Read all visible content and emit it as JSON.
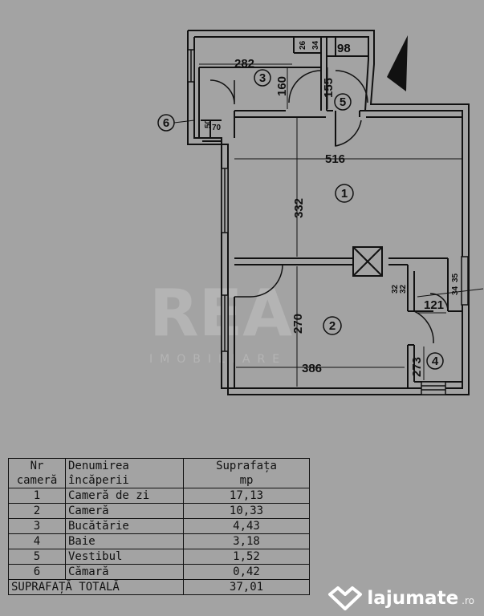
{
  "floorplan": {
    "dimensions": {
      "kitchen_width": "282",
      "kitchen_depth": "160",
      "counter_a": "26",
      "counter_b": "34",
      "counter_c": "98",
      "hall_width": "155",
      "pantry_a": "50",
      "pantry_b": "70",
      "living_width": "516",
      "living_depth": "332",
      "bedroom_depth": "270",
      "bedroom_width": "386",
      "bath_a": "32",
      "bath_b": "32",
      "bath_c": "35",
      "bath_d": "34",
      "bath_width": "121",
      "bath_depth": "273"
    },
    "rooms": [
      {
        "id": "1",
        "label": "1"
      },
      {
        "id": "2",
        "label": "2"
      },
      {
        "id": "3",
        "label": "3"
      },
      {
        "id": "4",
        "label": "4"
      },
      {
        "id": "5",
        "label": "5"
      },
      {
        "id": "6",
        "label": "6"
      }
    ],
    "watermark": {
      "main": "REA",
      "sub": "IMOBILIARE"
    }
  },
  "table": {
    "headers": {
      "nr_line1": "Nr",
      "nr_line2": "cameră",
      "name_line1": "Denumirea",
      "name_line2": "încăperii",
      "area_line1": "Suprafața",
      "area_line2": "mp"
    },
    "rows": [
      {
        "nr": "1",
        "name": "Cameră de zi",
        "area": "17,13"
      },
      {
        "nr": "2",
        "name": "Cameră",
        "area": "10,33"
      },
      {
        "nr": "3",
        "name": "Bucătărie",
        "area": "4,43"
      },
      {
        "nr": "4",
        "name": "Baie",
        "area": "3,18"
      },
      {
        "nr": "5",
        "name": "Vestibul",
        "area": "1,52"
      },
      {
        "nr": "6",
        "name": "Cămară",
        "area": "0,42"
      }
    ],
    "total_label": "SUPRAFAȚĂ TOTALĂ",
    "total_value": "37,01"
  },
  "logo": {
    "name": "lajumate",
    "tld": ".ro",
    "color": "#ffffff"
  },
  "colors": {
    "background": "#a3a3a3",
    "ink": "#111111"
  }
}
